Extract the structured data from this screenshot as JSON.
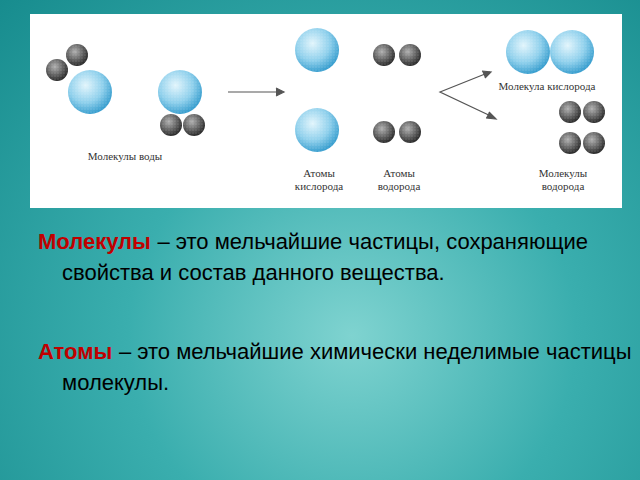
{
  "diagram": {
    "labels": [
      "Молекулы воды",
      "Атомы кислорода",
      "Атомы водорода",
      "Молекула кислорода",
      "Молекулы водорода",
      "Молекулы",
      "– это мельчайшие частицы, сохраняющие свойства и состав данного вещества.",
      "Атомы",
      "– это мельчайшие химически неделимые частицы молекулы."
    ]
  }
}
